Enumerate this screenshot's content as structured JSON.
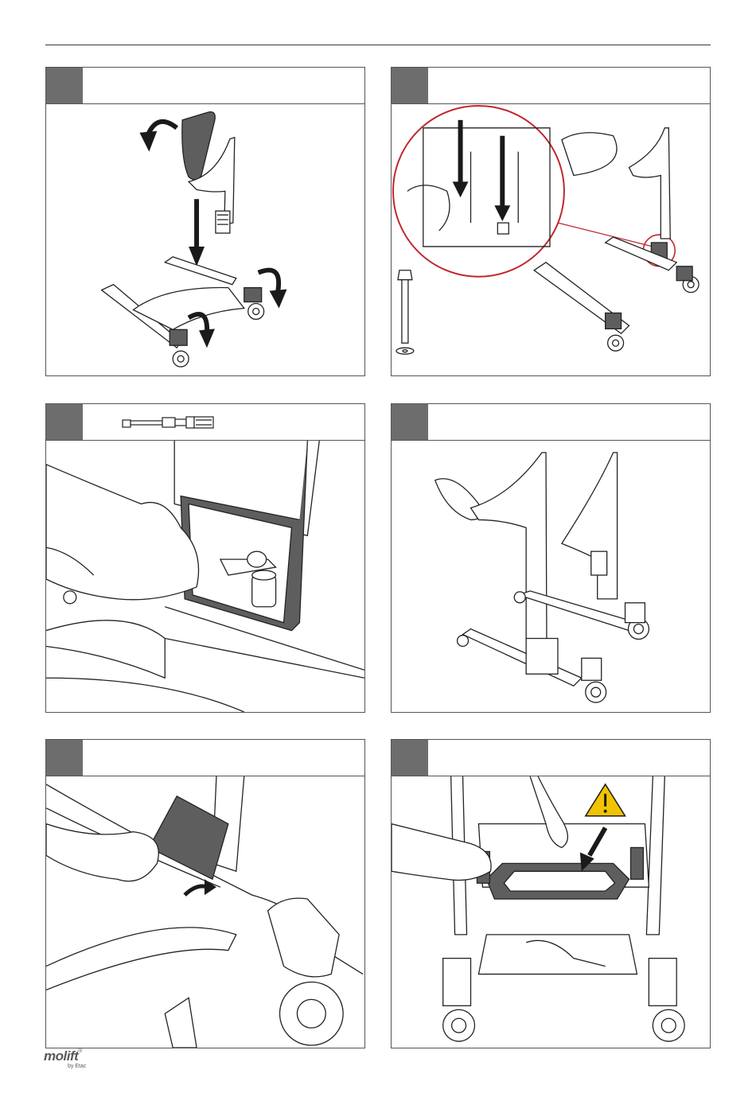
{
  "page": {
    "panels": [
      {
        "id": "p1",
        "illustration": "remove-knee-pad-and-column-icon"
      },
      {
        "id": "p2",
        "illustration": "bolt-insertion-detail-icon"
      },
      {
        "id": "p3",
        "illustration": "tighten-with-ratchet-icon",
        "header_tool": "ratchet-wrench-icon"
      },
      {
        "id": "p4",
        "illustration": "assembled-stand-aid-icon"
      },
      {
        "id": "p5",
        "illustration": "attach-cover-plate-icon"
      },
      {
        "id": "p6",
        "illustration": "mount-footplate-warning-icon"
      }
    ],
    "colors": {
      "step_box": "#6d6d6d",
      "highlight_red": "#c0272d",
      "warning_yellow": "#f2c300",
      "dark_part": "#5e5e5e"
    }
  },
  "logo": {
    "brand": "molift",
    "mark": "®",
    "byline": "by Etac"
  }
}
